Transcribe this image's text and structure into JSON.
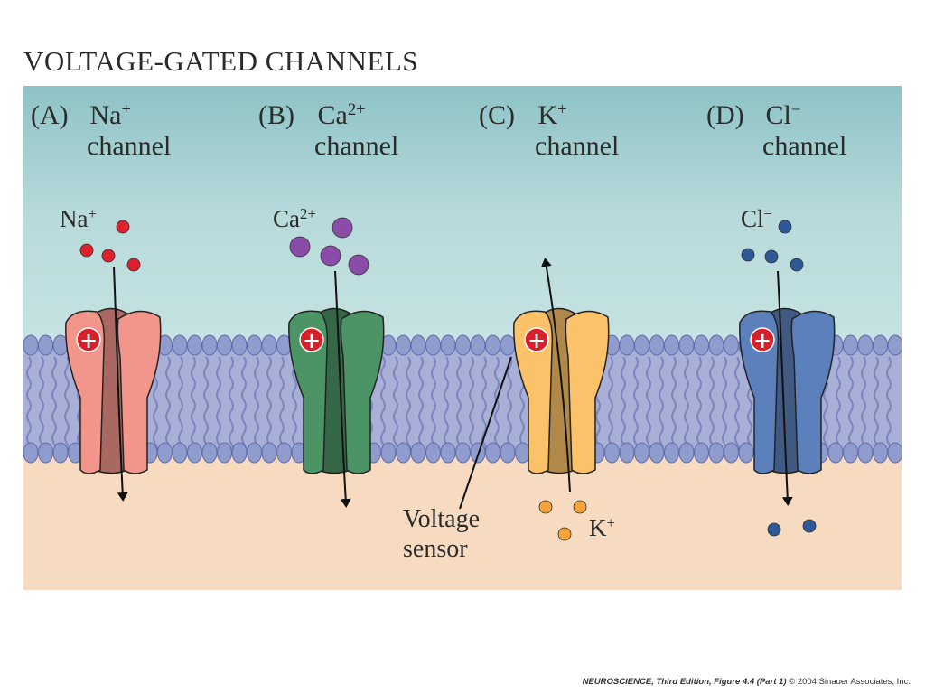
{
  "title": "VOLTAGE-GATED CHANNELS",
  "panels": [
    {
      "letter": "(A)",
      "ion": "Na",
      "charge": "+",
      "name": "channel",
      "color": "#f2968c"
    },
    {
      "letter": "(B)",
      "ion": "Ca",
      "charge": "2+",
      "name": "channel",
      "color": "#4c9466"
    },
    {
      "letter": "(C)",
      "ion": "K",
      "charge": "+",
      "name": "channel",
      "color": "#fbc26a"
    },
    {
      "letter": "(D)",
      "ion": "Cl",
      "charge": "−",
      "name": "channel",
      "color": "#5b80bc"
    }
  ],
  "ion_labels": {
    "na": {
      "base": "Na",
      "sup": "+"
    },
    "ca": {
      "base": "Ca",
      "sup": "2+"
    },
    "k": {
      "base": "K",
      "sup": "+"
    },
    "cl": {
      "base": "Cl",
      "sup": "−"
    }
  },
  "sensor_symbol": "+",
  "voltage_sensor": {
    "line1": "Voltage",
    "line2": "sensor"
  },
  "footer": {
    "book": "NEUROSCIENCE, Third Edition, Figure 4.4 (Part 1)",
    "copyright": "© 2004 Sinauer Associates, Inc."
  },
  "colors": {
    "extracellular": "#a9d3d4",
    "intracellular": "#f6d8bd",
    "membrane": "#a4aed6",
    "lipid_head": "#8f9ccd",
    "na_ion": "#e0202c",
    "ca_ion": "#8a4ca6",
    "k_ion": "#f5a43c",
    "cl_ion": "#2f5896"
  }
}
